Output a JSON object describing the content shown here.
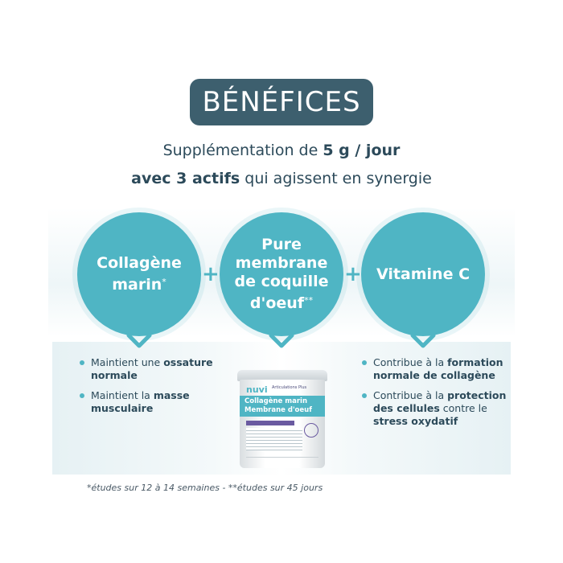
{
  "title": "BÉNÉFICES",
  "subtitle": {
    "line1_prefix": "Supplémentation de ",
    "line1_bold": "5 g / jour",
    "line2_bold": "avec 3 actifs",
    "line2_rest": " qui agissent en synergie"
  },
  "actives": [
    {
      "label_line1": "Collagène",
      "label_line2": "marin",
      "mark": "*"
    },
    {
      "label_line1": "Pure",
      "label_line2": "membrane",
      "label_line3": "de coquille",
      "label_line4": "d'oeuf",
      "mark": "**"
    },
    {
      "label_line1": "Vitamine C"
    }
  ],
  "plus_sign": "+",
  "left_benefits": [
    {
      "text": "Maintient une ",
      "bold": "ossature normale",
      "after": ""
    },
    {
      "text": "Maintient la ",
      "bold": "masse musculaire",
      "after": ""
    }
  ],
  "right_benefits": [
    {
      "text": "Contribue à la ",
      "bold": "formation normale de collagène",
      "after": ""
    },
    {
      "text": "Contribue à la ",
      "bold": "protection des cellules",
      "after": " contre le ",
      "bold2": "stress oxydatif"
    }
  ],
  "product": {
    "brand": "nuvi",
    "line1": "Articulations Plus",
    "band_line1": "Collagène marin",
    "band_line2": "Membrane d'oeuf"
  },
  "footnote": "*études sur 12 à 14 semaines - **études sur 45 jours",
  "colors": {
    "accent": "#4fb5c4",
    "dark": "#3d5f6e",
    "text": "#2c4a5a"
  }
}
